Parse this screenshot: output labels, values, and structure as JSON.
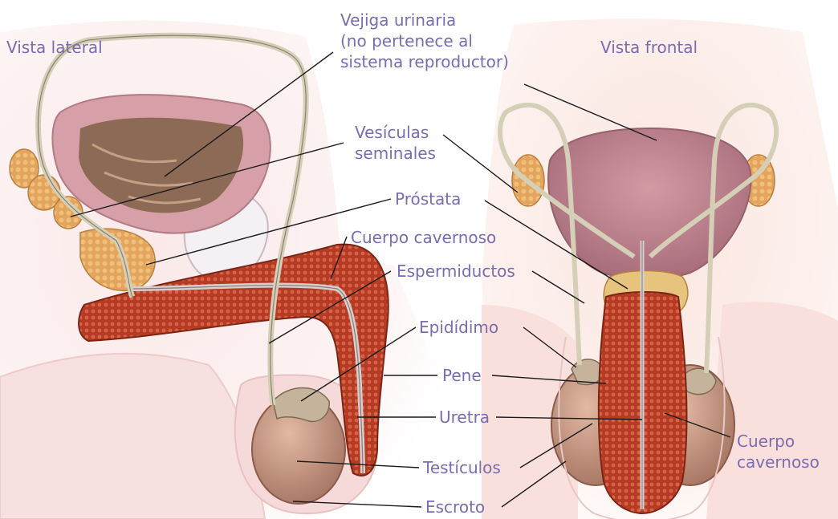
{
  "titles": {
    "lateral": "Vista lateral",
    "frontal": "Vista frontal"
  },
  "labels": {
    "vejiga": [
      "Vejiga urinaria",
      "(no pertenece al",
      "sistema reproductor)"
    ],
    "vesiculas": [
      "Vesículas",
      "seminales"
    ],
    "prostata": "Próstata",
    "cuerpo_cavernoso_lateral": "Cuerpo cavernoso",
    "espermiductos": "Espermiductos",
    "epididimo": "Epidídimo",
    "pene": "Pene",
    "uretra": "Uretra",
    "testiculos": "Testículos",
    "escroto": "Escroto",
    "cuerpo_cavernoso_frontal": [
      "Cuerpo",
      "cavernoso"
    ]
  },
  "colors": {
    "label_text": "#7b6bb1",
    "leader_line": "#1a1a1a",
    "skin": "#f7dede",
    "bladder": "#c68c98",
    "erectile_tissue": "#b33a22",
    "prostate": "#e0b870",
    "testis": "#c89a84"
  }
}
